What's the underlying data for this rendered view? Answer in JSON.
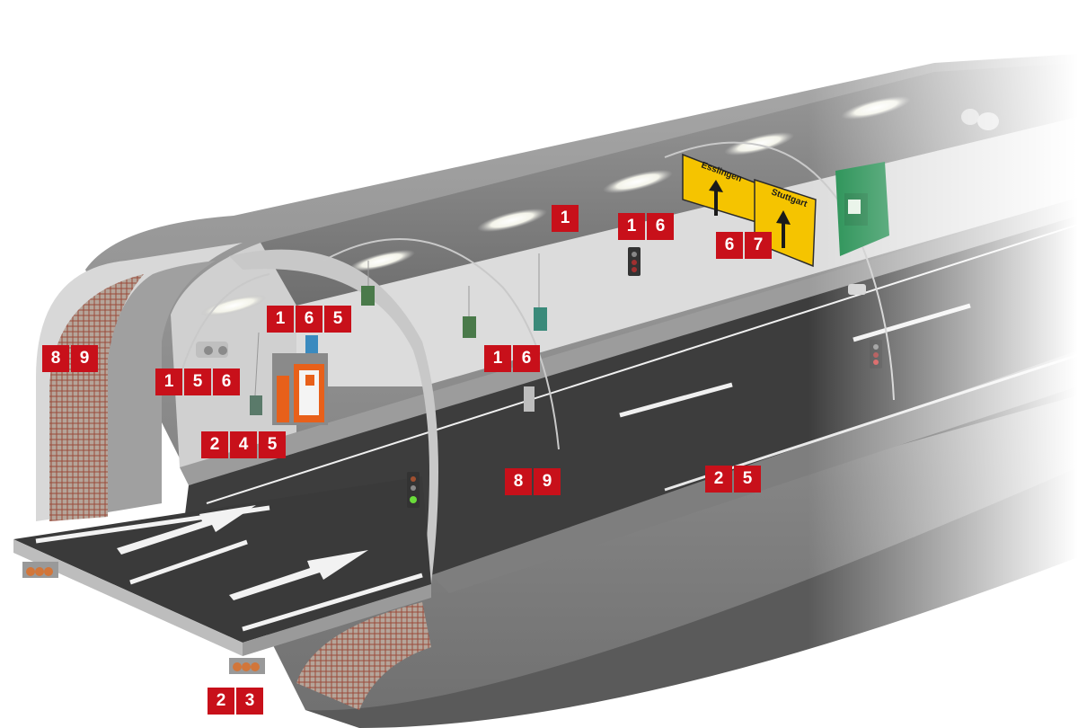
{
  "diagram": {
    "title": "Road tunnel cutaway with equipment callouts",
    "colors": {
      "callout_bg": "#c8101a",
      "callout_text": "#ffffff",
      "asphalt": "#3a3a3a",
      "tunnel_concrete": "#8e8e8e",
      "wall_white": "#e8e8e8",
      "sign_yellow": "#f5c400",
      "emergency_green": "#1a8a4a",
      "door_orange": "#e8601a",
      "insulation_mesh": "#9a6a5a"
    },
    "sign": {
      "left_destination": "Esslingen",
      "right_destination": "Stuttgart",
      "icon": "arrow-up-icon"
    },
    "callouts": [
      {
        "id": "c-ceiling-light",
        "numbers": [
          "1"
        ],
        "target": "ceiling-lighting"
      },
      {
        "id": "c-traffic-signal-upper",
        "numbers": [
          "1",
          "6"
        ],
        "target": "traffic-signal"
      },
      {
        "id": "c-direction-sign",
        "numbers": [
          "6",
          "7"
        ],
        "target": "direction-sign"
      },
      {
        "id": "c-emergency-station",
        "numbers": [
          "1",
          "6",
          "5"
        ],
        "target": "emergency-call-station"
      },
      {
        "id": "c-camera",
        "numbers": [
          "1",
          "5",
          "6"
        ],
        "target": "cctv-camera"
      },
      {
        "id": "c-tunnel-lining",
        "numbers": [
          "8",
          "9"
        ],
        "target": "tunnel-lining-insulation"
      },
      {
        "id": "c-signal-arch",
        "numbers": [
          "1",
          "6"
        ],
        "target": "arch-mounted-equipment"
      },
      {
        "id": "c-emergency-exit-door",
        "numbers": [
          "2",
          "4",
          "5"
        ],
        "target": "emergency-exit-door"
      },
      {
        "id": "c-arch-base",
        "numbers": [
          "8",
          "9"
        ],
        "target": "arch-support"
      },
      {
        "id": "c-curb-drain",
        "numbers": [
          "2",
          "5"
        ],
        "target": "curb-drainage"
      },
      {
        "id": "c-cable-ducts",
        "numbers": [
          "2",
          "3"
        ],
        "target": "cable-ducts"
      }
    ]
  }
}
